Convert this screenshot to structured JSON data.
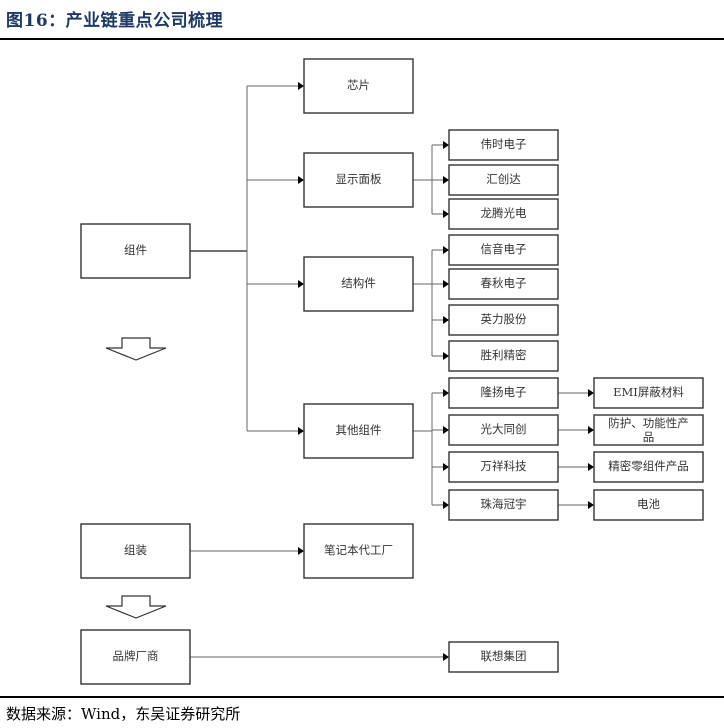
{
  "figure": {
    "title": "图16：产业链重点公司梳理",
    "source": "数据来源：Wind，东吴证券研究所"
  },
  "diagram": {
    "stages": [
      {
        "id": "components",
        "label": "组件"
      },
      {
        "id": "assembly",
        "label": "组装"
      },
      {
        "id": "brands",
        "label": "品牌厂商"
      }
    ],
    "component_categories": [
      {
        "label": "芯片",
        "companies": []
      },
      {
        "label": "显示面板",
        "companies": [
          {
            "name": "伟时电子"
          },
          {
            "name": "汇创达"
          },
          {
            "name": "龙腾光电"
          }
        ]
      },
      {
        "label": "结构件",
        "companies": [
          {
            "name": "信音电子"
          },
          {
            "name": "春秋电子"
          },
          {
            "name": "英力股份"
          },
          {
            "name": "胜利精密"
          }
        ]
      },
      {
        "label": "其他组件",
        "companies": [
          {
            "name": "隆扬电子",
            "product": "EMI屏蔽材料"
          },
          {
            "name": "光大同创",
            "product": "防护、功能性产品"
          },
          {
            "name": "万祥科技",
            "product": "精密零组件产品"
          },
          {
            "name": "珠海冠宇",
            "product": "电池"
          }
        ]
      }
    ],
    "assembly_target": "笔记本代工厂",
    "brand_target": "联想集团",
    "product_line2": {
      "protect_line1": "防护、功能性产",
      "protect_line2": "品"
    }
  }
}
